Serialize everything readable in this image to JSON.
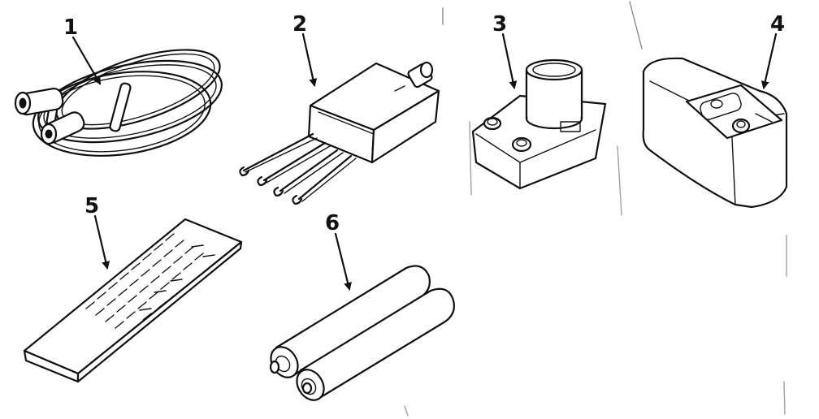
{
  "parts": [
    {
      "id": "part-1",
      "number": "1",
      "icon": "coiled-cable-icon"
    },
    {
      "id": "part-2",
      "number": "2",
      "icon": "matching-transformer-icon"
    },
    {
      "id": "part-3",
      "number": "3",
      "icon": "coaxial-adapter-icon"
    },
    {
      "id": "part-4",
      "number": "4",
      "icon": "cover-icon"
    },
    {
      "id": "part-5",
      "number": "5",
      "icon": "remote-control-icon"
    },
    {
      "id": "part-6",
      "number": "6",
      "icon": "batteries-icon"
    }
  ]
}
